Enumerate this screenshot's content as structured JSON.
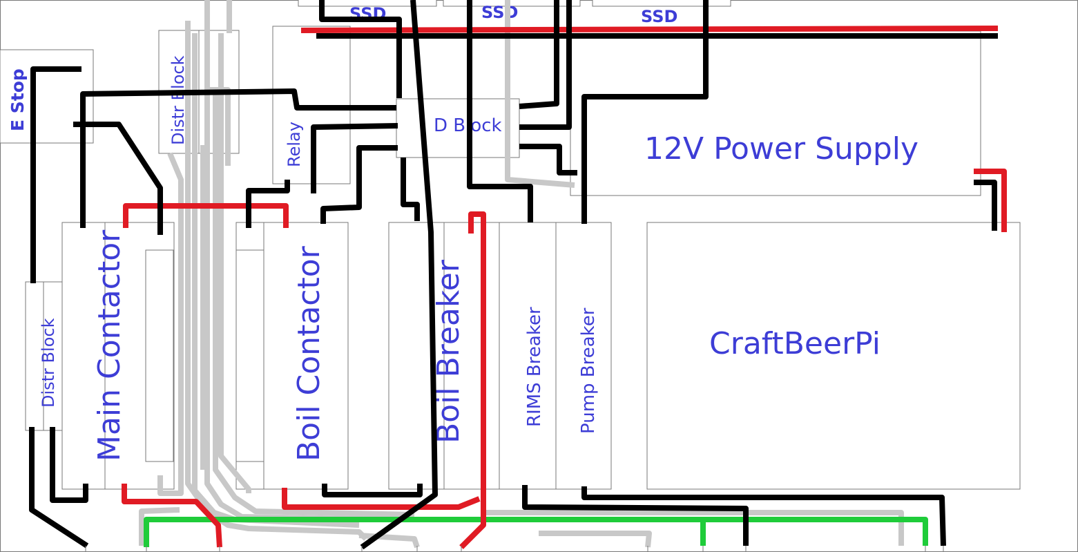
{
  "labels": {
    "estop": "E Stop",
    "distr_block_left": "Distr Block",
    "distr_block_top": "Distr Block",
    "main_contactor": "Main Contactor",
    "boil_contactor": "Boil Contactor",
    "boil_breaker": "Boil Breaker",
    "rims_breaker": "RIMS Breaker",
    "pump_breaker": "Pump Breaker",
    "relay": "Relay",
    "d_block": "D Block",
    "power_supply": "12V Power Supply",
    "craftbeerpi": "CraftBeerPi",
    "ssd_1": "SSD",
    "ssd_2": "SSD",
    "ssd_3": "SSD"
  },
  "wire_colors": {
    "black": "#000000",
    "red": "#e01b24",
    "gray": "#c8c8c8",
    "green": "#1fcc3a"
  },
  "text_color": "#3d3dd6",
  "outline_color": "#777777"
}
